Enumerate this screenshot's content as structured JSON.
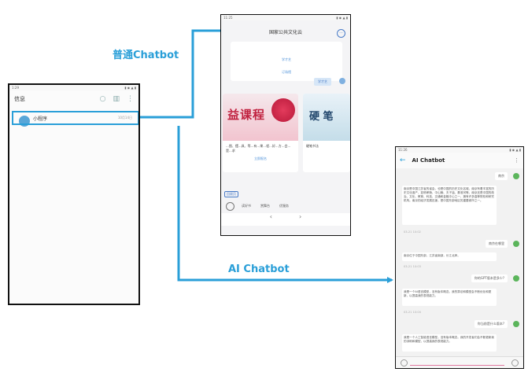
{
  "labels": {
    "normal_chatbot": "普通Chatbot",
    "ai_chatbot": "AI Chatbot"
  },
  "phone_a": {
    "status_time": "1:29",
    "header_title": "信息",
    "row_name": "小程序",
    "row_time": "10月14日"
  },
  "phone_b": {
    "status_time": "11:25",
    "title": "国家公共文化云",
    "link1": "学才艺",
    "link2": "订场馆",
    "user_msg": "学才艺",
    "card1_banner": "益课程",
    "card1_caption": "...图、摆...具、等...有...果...程...好...方...会...是...求",
    "card1_action": "立即报名",
    "card2_banner": "硬 笔",
    "card2_caption": "硬笔书法",
    "tag": "回顾页",
    "bottom_items": [
      "读好书",
      "赏舞台",
      "优服务"
    ],
    "nav_back": "‹",
    "nav_forward": "›"
  },
  "phone_c": {
    "status_time": "11:26",
    "title": "AI Chatbot",
    "messages": [
      {
        "role": "user",
        "text": "南京"
      },
      {
        "role": "bot",
        "text": "南京是中国江苏省的省会，也是中国的历史文化名城。南京有着丰富的历史文化遗产，如明孝陵、中山陵、夫子庙、秦淮河等。南京还是中国的政治、文化、教育、科技、交通和金融中心之一，拥有许多高等院校和研究机构。南京的经济发展迅速，是中国东部地区的重要城市之一。"
      },
      {
        "role": "time",
        "text": "03-21 10:02"
      },
      {
        "role": "user",
        "text": "南京在哪里"
      },
      {
        "role": "bot",
        "text": "南京位于中国东部，江苏省南部，长江北岸。"
      },
      {
        "role": "time",
        "text": "03-21 10:03"
      },
      {
        "role": "user",
        "text": "你的GPT版本是多少?"
      },
      {
        "role": "bot",
        "text": "我是一个AI语言模型，没有版本概念。我的算法和模型会不断优化和更新，以提高我的表现能力。"
      },
      {
        "role": "time",
        "text": "03-21 10:04"
      },
      {
        "role": "user",
        "text": "你当前是什么版本?"
      },
      {
        "role": "bot",
        "text": "我是一个人工智能语言模型，没有版本概念。我的开发者们会不断更新我的训练和模型，以提高我的表现能力。"
      }
    ]
  },
  "colors": {
    "accent": "#2a9fd8"
  }
}
